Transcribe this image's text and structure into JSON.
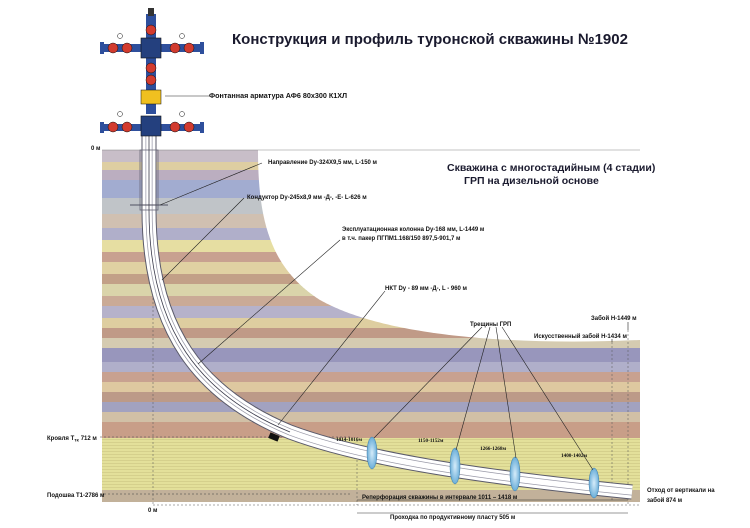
{
  "title": "Конструкция и профиль туронской скважины №1902",
  "subtitle_line1": "Скважина с многостадийным (4 стадии)",
  "subtitle_line2": "ГРП на дизельной основе",
  "wellhead_label": "Фонтанная арматура АФ6 80х300 К1ХЛ",
  "labels": {
    "direction": "Направление Dy-324X9,5 мм, L-150 м",
    "conductor": "Кондуктор Dy-245х8,9 мм -Д-, -Е- L-626 м",
    "production_1": "Эксплуатационная колонна Dy-168 мм, L-1449 м",
    "production_2": "в т.ч. пакер ПГПМ1.168/150 897,5-901,7 м",
    "tubing": "НКТ Dy - 89 мм -Д-, L - 960 м",
    "fractures": "Трещины ГРП",
    "bottom": "Забой Н-1449 м",
    "artificial_bottom": "Искусственный забой Н-1434 м",
    "roof": "Кровля Т",
    "roof_sub": "тк",
    "roof_depth": "712 м",
    "sole": "Подошва Т1-2786 м",
    "zero_top": "0 м",
    "zero_bottom": "0 м",
    "offset_1": "Отход от вертикали на",
    "offset_2": "забой 874 м",
    "perforation": "Реперфорация скважины в интервале 1011 – 1418 м",
    "penetration": "Проходка по продуктивному пласту 505 м"
  },
  "fracture_intervals": [
    "1014-1016м",
    "1150-1152м",
    "1266-1268м",
    "1400-1402м"
  ],
  "colors": {
    "sky": "#ffffff",
    "layer_a": "#cfc6cf",
    "layer_b": "#e6d6a8",
    "layer_c": "#b9b8d6",
    "layer_d": "#f2ecb0",
    "layer_e": "#c9a68c",
    "reservoir": "#ece8a0",
    "reservoir_stripe": "#d8d488",
    "pipe": "#ffffff",
    "pipe_outline": "#5a5a6a",
    "fracture": "#8fc3e6",
    "valve_red": "#d23b2f",
    "valve_blue": "#2e4f9c",
    "valve_yellow": "#f0c020"
  },
  "layers": [
    {
      "name": "layer-1",
      "color": "#cfc6cf",
      "depth": 0
    },
    {
      "name": "layer-2",
      "color": "#e6d6a8",
      "depth": 10
    },
    {
      "name": "layer-3",
      "color": "#b9b8d6",
      "depth": 20
    },
    {
      "name": "layer-4",
      "color": "#cfb2a4",
      "depth": 35
    },
    {
      "name": "layer-5",
      "color": "#c6d0c8",
      "depth": 45
    },
    {
      "name": "layer-6",
      "color": "#f2ecb0",
      "depth": 70
    },
    {
      "name": "layer-7",
      "color": "#c9a68c",
      "depth": 90
    },
    {
      "name": "layer-8",
      "color": "#bcb9d2",
      "depth": 110
    },
    {
      "name": "layer-9",
      "color": "#e9d9a9",
      "depth": 130
    },
    {
      "name": "layer-10",
      "color": "#c7a08c",
      "depth": 150
    },
    {
      "name": "layer-11",
      "color": "#b7b6d2",
      "depth": 175
    },
    {
      "name": "layer-12",
      "color": "#ddd3b8",
      "depth": 200
    },
    {
      "name": "layer-13",
      "color": "#a9a9c8",
      "depth": 225
    },
    {
      "name": "layer-14",
      "color": "#cfa796",
      "depth": 250
    },
    {
      "name": "layer-15",
      "color": "#e7c9a6",
      "depth": 270
    }
  ]
}
